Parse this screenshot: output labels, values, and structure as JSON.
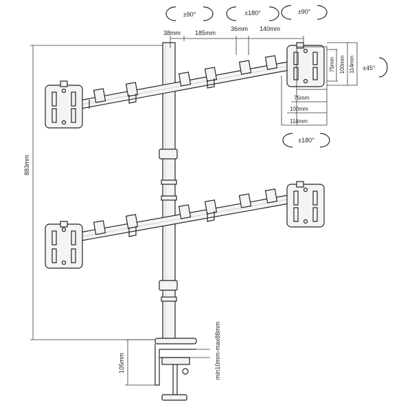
{
  "rotation_labels": {
    "top_left_pm90": "±90°",
    "top_mid_pm180": "±180°",
    "top_right_pm90": "±90°",
    "side_pm45": "±45°",
    "bottom_pm180": "±180°"
  },
  "arm_dimensions": {
    "d1": "38mm",
    "d2": "185mm",
    "d3": "36mm",
    "d4": "140mm"
  },
  "vesa_dimensions": {
    "v75_h": "75mm",
    "v100_h": "100mm",
    "v114_h": "114mm",
    "v75_w": "75mm",
    "v100_w": "100mm",
    "v114_w": "114mm"
  },
  "pole_height": "883mm",
  "clamp": {
    "height": "105mm",
    "range": "min10mm-max88mm"
  }
}
